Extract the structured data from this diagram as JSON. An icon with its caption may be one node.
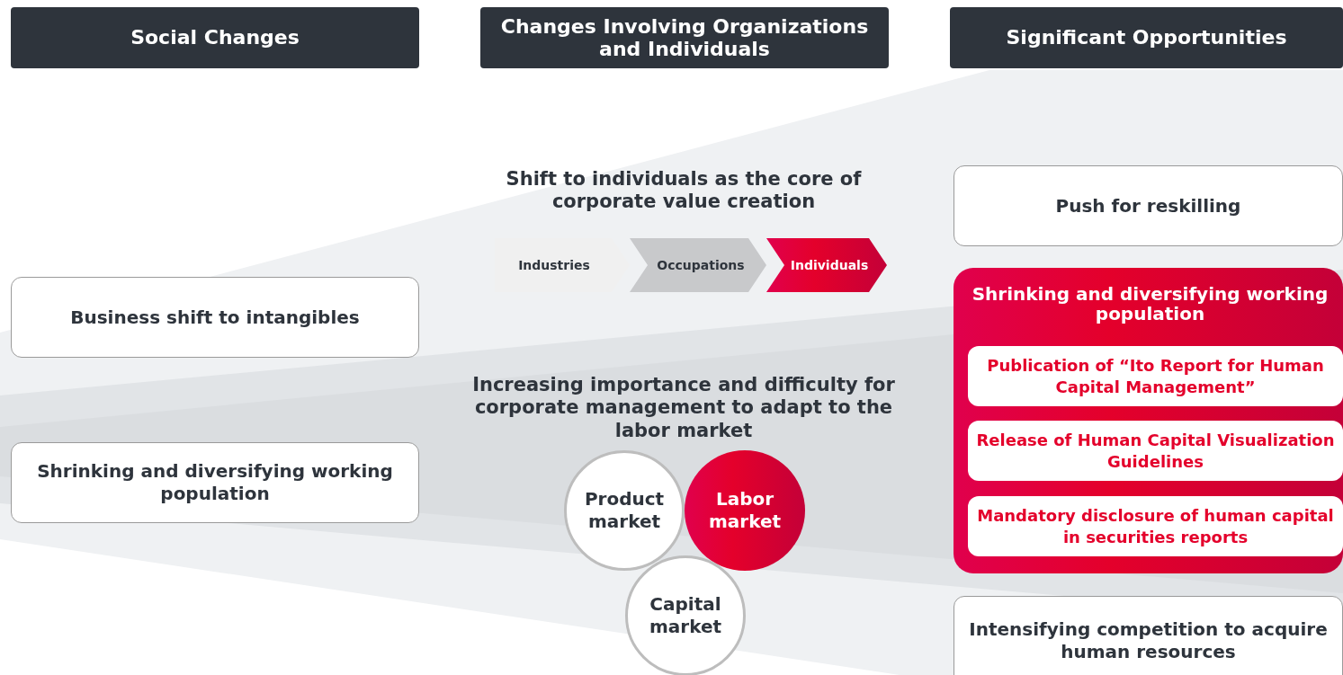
{
  "diagram": {
    "nodes": [
      {
        "text": [
          "Social Changes"
        ]
      },
      {
        "text": [
          "Changes Involving Organizations and Individuals"
        ]
      },
      {
        "text": [
          "Significant Opportunities"
        ]
      },
      {
        "text": [
          "Business shift to intangibles"
        ]
      },
      {
        "text": [
          "Shrinking and diversifying working population"
        ]
      },
      {
        "text": [
          "Industries"
        ]
      },
      {
        "text": [
          "Occupations"
        ]
      },
      {
        "text": [
          "Individuals"
        ]
      },
      {
        "text": [
          "Product market"
        ]
      },
      {
        "text": [
          "Labor market"
        ]
      },
      {
        "text": [
          "Capital market"
        ]
      },
      {
        "text": [
          "Push for reskilling"
        ]
      },
      {
        "text": [
          "Shrinking and diversifying working population"
        ]
      },
      {
        "text": [
          "Publication of “Ito Report for Human Capital Management”"
        ],
        "in": 12
      },
      {
        "text": [
          "Release of Human Capital Visualization Guidelines"
        ],
        "in": 12
      },
      {
        "text": [
          "Mandatory disclosure of human capital in securities reports"
        ],
        "in": 12
      },
      {
        "text": [
          "Intensifying competition to acquire human resources"
        ]
      }
    ],
    "labels": [
      "Shift to individuals as the core of corporate value creation",
      "Increasing importance and difficulty for corporate management to adapt to the labor market"
    ]
  }
}
